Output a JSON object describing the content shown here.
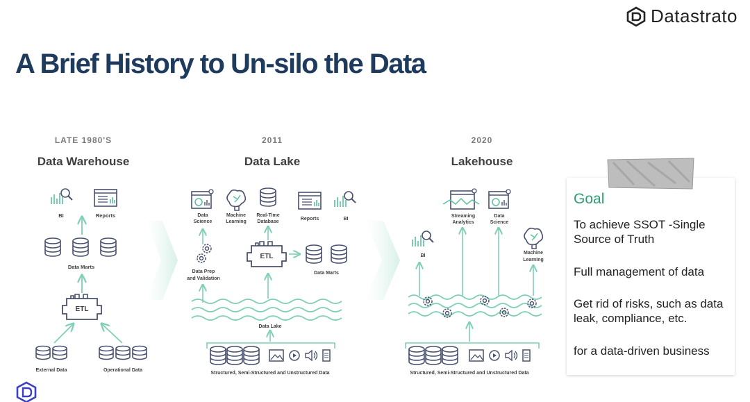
{
  "slide": {
    "title": "A Brief History to Un-silo the Data",
    "brand": "Datastrato"
  },
  "columns": [
    {
      "era": "LATE 1980'S",
      "name": "Data Warehouse"
    },
    {
      "era": "2011",
      "name": "Data Lake"
    },
    {
      "era": "2020",
      "name": "Lakehouse"
    }
  ],
  "warehouse": {
    "bi": "BI",
    "reports": "Reports",
    "data_marts": "Data Marts",
    "etl": "ETL",
    "external": "External Data",
    "operational": "Operational Data"
  },
  "lake": {
    "data_science": [
      "Data",
      "Science"
    ],
    "ml": [
      "Machine",
      "Learning"
    ],
    "realtime": [
      "Real-Time",
      "Database"
    ],
    "reports": "Reports",
    "bi": "BI",
    "prep": [
      "Data Prep",
      "and Validation"
    ],
    "etl": "ETL",
    "data_marts": "Data Marts",
    "data_lake": "Data Lake",
    "sources": "Structured, Semi-Structured and Unstructured Data"
  },
  "lakehouse": {
    "streaming": [
      "Streaming",
      "Analytics"
    ],
    "data_science": [
      "Data",
      "Science"
    ],
    "bi": "BI",
    "ml": [
      "Machine",
      "Learning"
    ],
    "sources": "Structured, Semi-Structured and Unstructured Data"
  },
  "goal": {
    "heading": "Goal",
    "points": [
      [
        "To achieve SSOT -Single",
        "Source of Truth"
      ],
      [
        "Full management of data"
      ],
      [
        "Get rid of risks, such as data",
        "leak, compliance, etc."
      ],
      [
        "for a data-driven business"
      ]
    ]
  },
  "colors": {
    "navy": "#1e3a5c",
    "teal": "#7ecfb6",
    "icon": "#48506e",
    "goal": "#2e9e6f"
  }
}
